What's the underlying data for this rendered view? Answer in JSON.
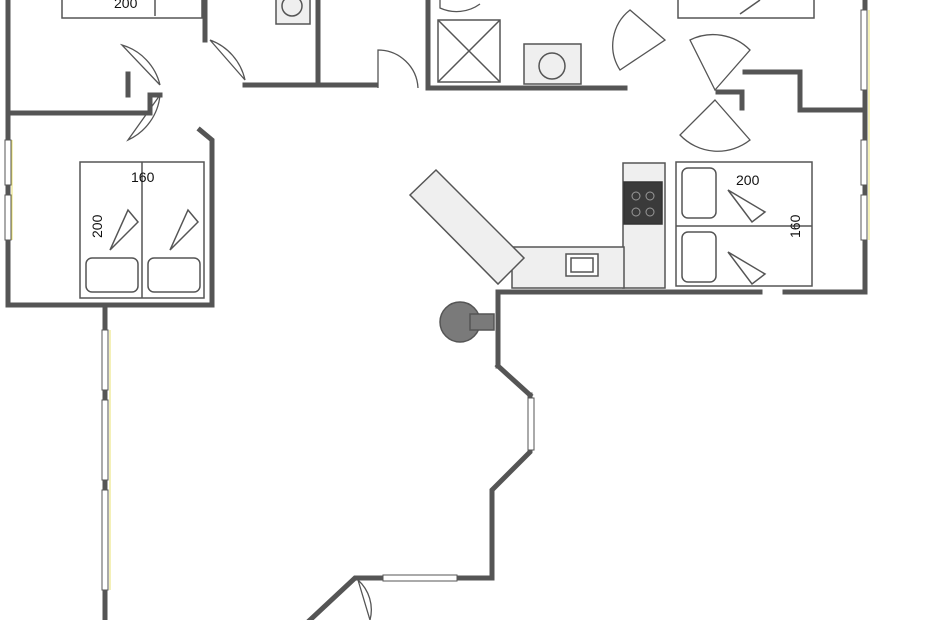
{
  "plan": {
    "bed_labels": {
      "top_left_bed_width": "200",
      "left_bed_width": "160",
      "left_bed_length": "200",
      "right_bed_length": "200",
      "right_bed_width": "160"
    }
  },
  "colors": {
    "wall": "#555555",
    "fixture_fill": "#efefef",
    "stove": "#3a3a3a",
    "window_highlight": "#e8e070",
    "stove_pipe": "#7a7a7a"
  }
}
